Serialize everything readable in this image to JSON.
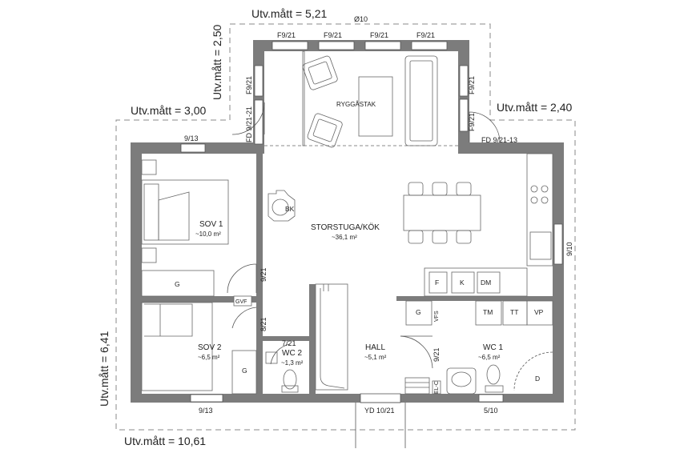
{
  "dimensions": {
    "width_total": "Utv.mått = 10,61",
    "depth_total": "Utv.mått = 6,41",
    "veranda_width": "Utv.mått = 5,21",
    "veranda_depth": "Utv.mått = 2,50",
    "left_offset": "Utv.mått = 3,00",
    "right_offset": "Utv.mått = 2,40"
  },
  "veranda": {
    "diameter": "Ø10",
    "top_windows": [
      "F9/21",
      "F9/21",
      "F9/21",
      "F9/21"
    ],
    "left_window": "F9/21",
    "left_door": "FD 9/21-21",
    "right_window": "F9/21",
    "right_door": "FD 9/21-13",
    "sofa_label": "RYGGÅSTAK"
  },
  "rooms": {
    "sov1": {
      "name": "SOV 1",
      "area": "~10,0 m²"
    },
    "sov2": {
      "name": "SOV 2",
      "area": "~6,5 m²"
    },
    "storstuga": {
      "name": "STORSTUGA/KÖK",
      "area": "~36,1 m²"
    },
    "hall": {
      "name": "HALL",
      "area": "~5,1 m²"
    },
    "wc1": {
      "name": "WC 1",
      "area": "~6,5 m²"
    },
    "wc2": {
      "name": "WC 2",
      "area": "~1,3 m²"
    }
  },
  "openings": {
    "sov1_window": "9/13",
    "sov1_door": "9/21",
    "sov2_door": "8/21",
    "wc2_door": "7/21",
    "sov2_window": "9/13",
    "entrance_door": "YD 10/21",
    "wc1_window": "5/10",
    "wc1_door": "9/21",
    "kitchen_window": "9/10"
  },
  "fixtures": {
    "stove": "BK",
    "sov1_wardrobe": "G",
    "sov2_wardrobe": "G",
    "gvf": "GVF",
    "kitchen_f": "F",
    "kitchen_k": "K",
    "kitchen_dm": "DM",
    "hall_g": "G",
    "vvs": "VFS",
    "el": "EL-C",
    "tm": "TM",
    "tt": "TT",
    "vp": "VP",
    "wc1_d": "D"
  }
}
